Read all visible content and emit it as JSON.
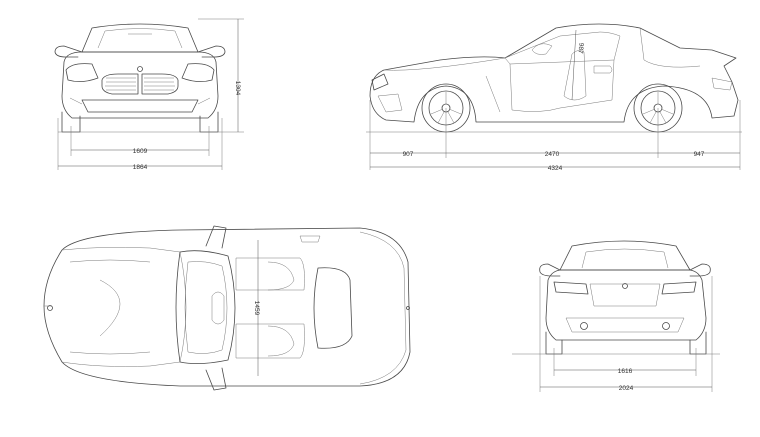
{
  "dimensions": {
    "front_track": "1609",
    "width": "1864",
    "height": "1304",
    "front_overhang": "907",
    "wheelbase": "2470",
    "rear_overhang": "947",
    "length": "4324",
    "seat_height": "987",
    "interior_width": "1459",
    "rear_track": "1616",
    "width_mirrors": "2024"
  },
  "colors": {
    "line": "#4a4a4a",
    "background": "#ffffff"
  }
}
